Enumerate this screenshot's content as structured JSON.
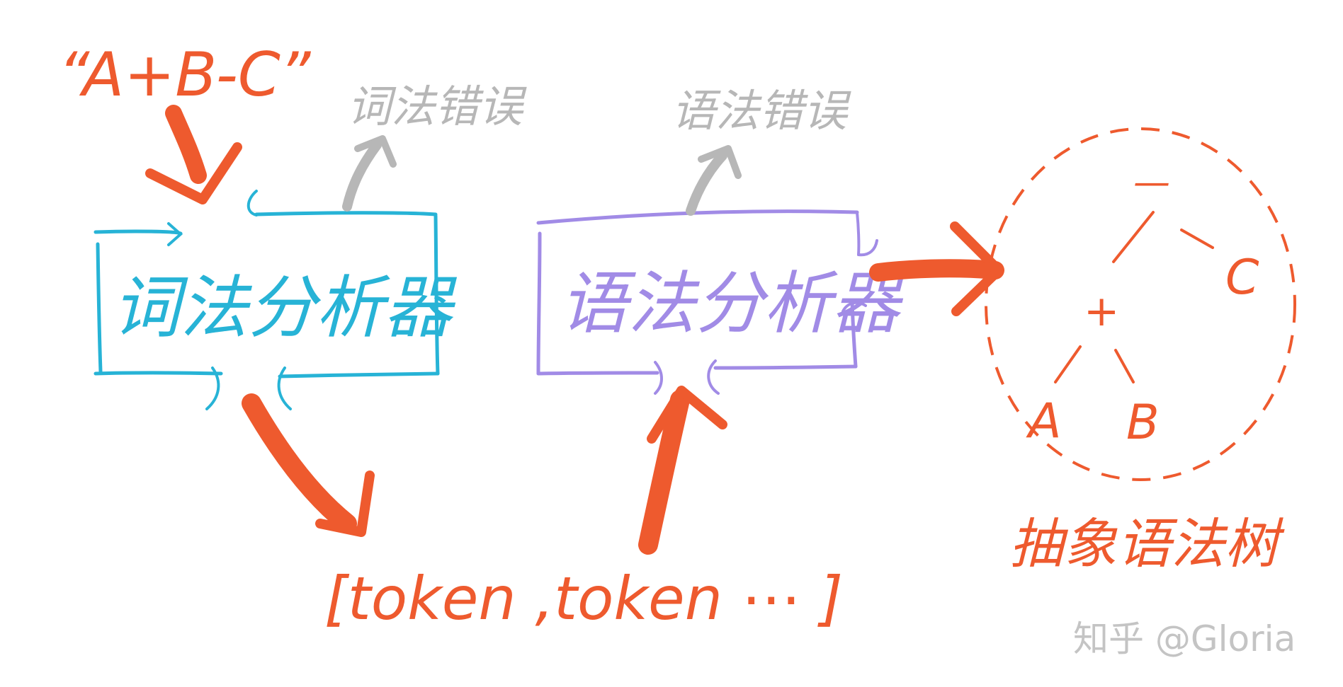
{
  "diagram": {
    "input_expression": "“A+B-C”",
    "lexical_error": "词法错误",
    "syntax_error": "语法错误",
    "lexer_label": "词法分析器",
    "parser_label": "语法分析器",
    "token_list": "[token ,token ⋯ ]",
    "ast_label": "抽象语法树",
    "tree": {
      "root": "—",
      "plus": "+",
      "left_leaf": "A",
      "right_leaf": "B",
      "right_child": "C"
    },
    "watermark": "知乎 @Gloria"
  },
  "colors": {
    "orange": "#ee5a2e",
    "cyan": "#27b3d6",
    "purple": "#a18be6",
    "gray": "#b7b7b7",
    "watermark": "#c4c4c4"
  }
}
